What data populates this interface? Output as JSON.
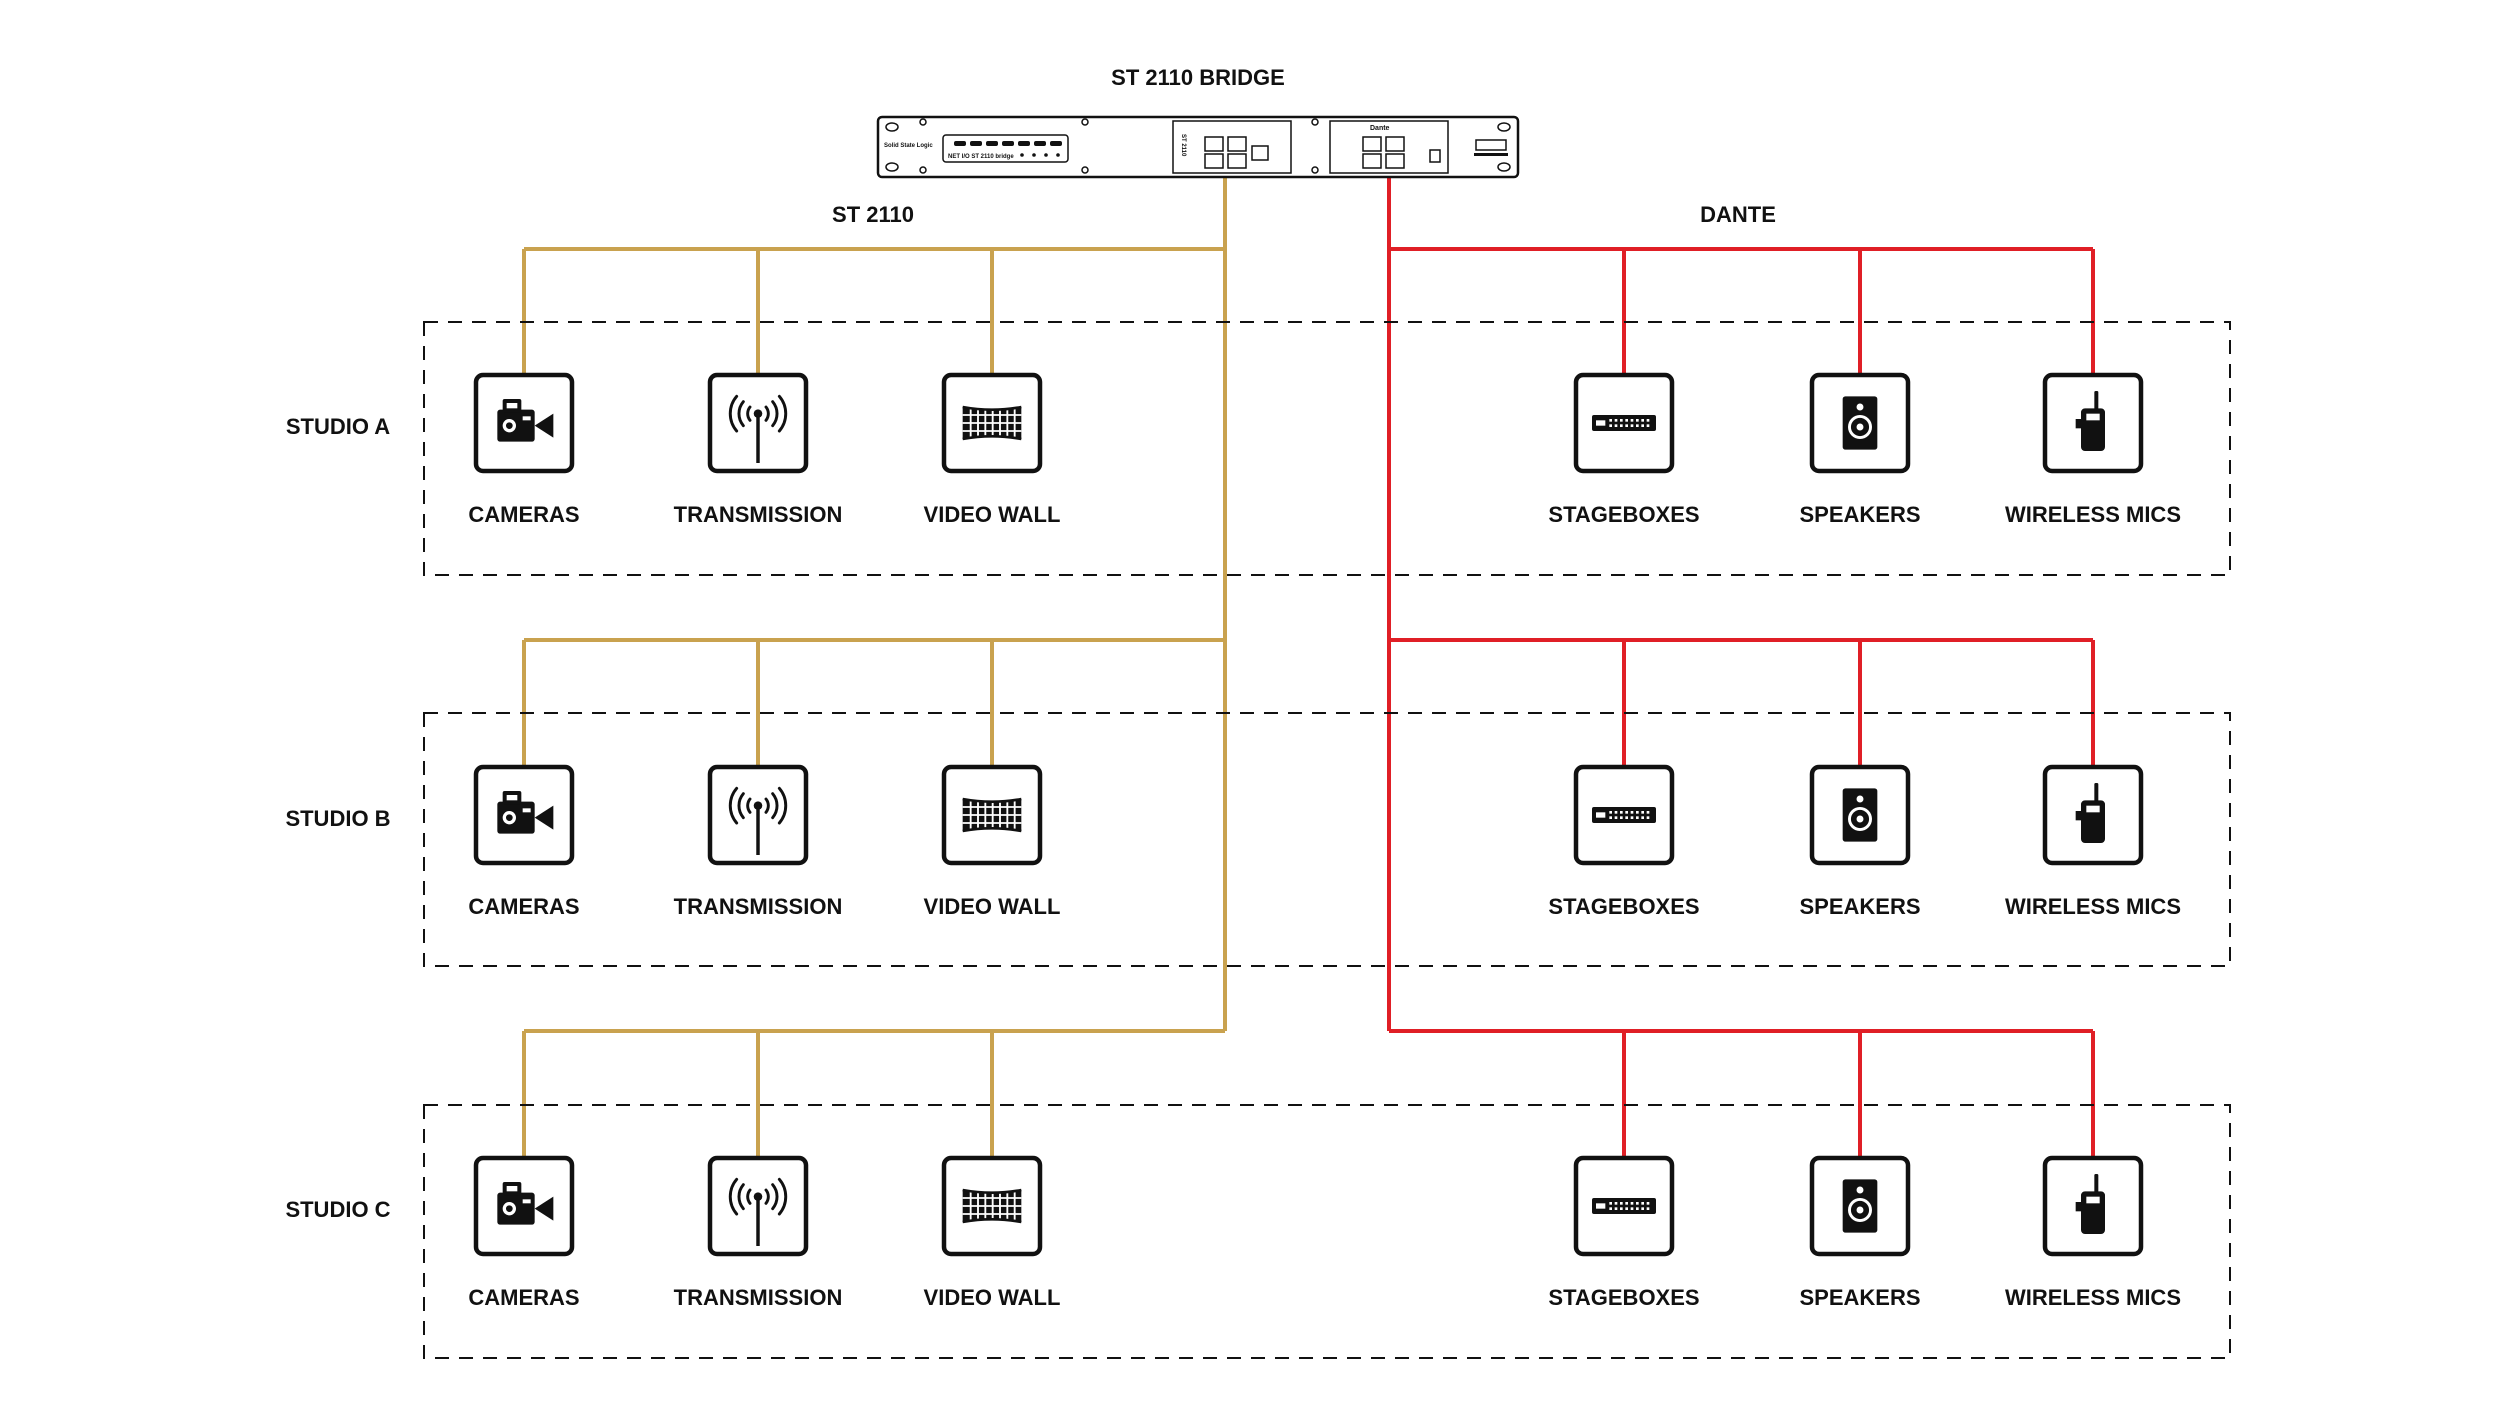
{
  "title": "ST 2110 BRIDGE",
  "colors": {
    "st2110": "#C9A24F",
    "dante": "#E01F26",
    "ink": "#111111"
  },
  "device": {
    "brand": "Solid State Logic",
    "model": "NET I/O ST 2110 bridge",
    "left_port_label": "ST 2110",
    "right_port_label": "Dante"
  },
  "networks": {
    "st2110": {
      "label": "ST 2110"
    },
    "dante": {
      "label": "DANTE"
    }
  },
  "studios": [
    {
      "name": "STUDIO A",
      "st2110_devices": [
        {
          "label": "CAMERAS",
          "icon": "camera-icon"
        },
        {
          "label": "TRANSMISSION",
          "icon": "antenna-icon"
        },
        {
          "label": "VIDEO WALL",
          "icon": "video-wall-icon"
        }
      ],
      "dante_devices": [
        {
          "label": "STAGEBOXES",
          "icon": "stagebox-icon"
        },
        {
          "label": "SPEAKERS",
          "icon": "speaker-icon"
        },
        {
          "label": "WIRELESS MICS",
          "icon": "wireless-mic-icon"
        }
      ]
    },
    {
      "name": "STUDIO B",
      "st2110_devices": [
        {
          "label": "CAMERAS",
          "icon": "camera-icon"
        },
        {
          "label": "TRANSMISSION",
          "icon": "antenna-icon"
        },
        {
          "label": "VIDEO WALL",
          "icon": "video-wall-icon"
        }
      ],
      "dante_devices": [
        {
          "label": "STAGEBOXES",
          "icon": "stagebox-icon"
        },
        {
          "label": "SPEAKERS",
          "icon": "speaker-icon"
        },
        {
          "label": "WIRELESS MICS",
          "icon": "wireless-mic-icon"
        }
      ]
    },
    {
      "name": "STUDIO C",
      "st2110_devices": [
        {
          "label": "CAMERAS",
          "icon": "camera-icon"
        },
        {
          "label": "TRANSMISSION",
          "icon": "antenna-icon"
        },
        {
          "label": "VIDEO WALL",
          "icon": "video-wall-icon"
        }
      ],
      "dante_devices": [
        {
          "label": "STAGEBOXES",
          "icon": "stagebox-icon"
        },
        {
          "label": "SPEAKERS",
          "icon": "speaker-icon"
        },
        {
          "label": "WIRELESS MICS",
          "icon": "wireless-mic-icon"
        }
      ]
    }
  ]
}
